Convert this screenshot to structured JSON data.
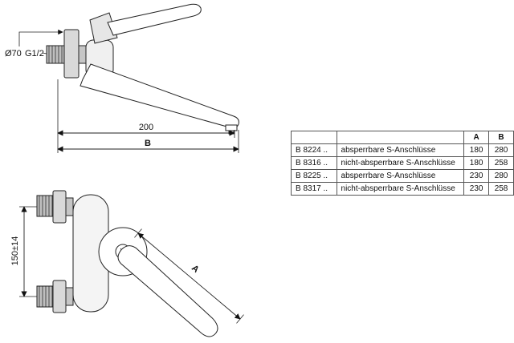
{
  "drawing": {
    "side_view": {
      "diameter_label": "Ø70",
      "thread_label": "G1/2",
      "spout_length_label": "200",
      "total_depth_label": "B"
    },
    "front_view": {
      "center_distance_label": "150±14",
      "lever_length_label": "A"
    }
  },
  "table": {
    "headers": {
      "a": "A",
      "b": "B"
    },
    "rows": [
      {
        "model": "B 8224 ..",
        "desc": "absperrbare S-Anschlüsse",
        "a": "180",
        "b": "280"
      },
      {
        "model": "B 8316 ..",
        "desc": "nicht-absperrbare S-Anschlüsse",
        "a": "180",
        "b": "258"
      },
      {
        "model": "B 8225 ..",
        "desc": "absperrbare S-Anschlüsse",
        "a": "230",
        "b": "280"
      },
      {
        "model": "B 8317 ..",
        "desc": "nicht-absperrbare S-Anschlüsse",
        "a": "230",
        "b": "258"
      }
    ]
  }
}
